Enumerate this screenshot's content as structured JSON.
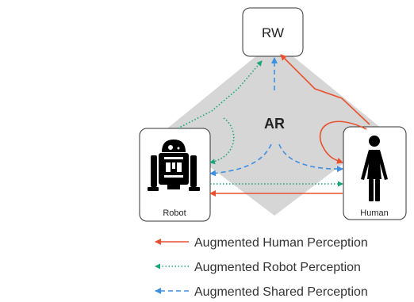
{
  "diagram": {
    "nodes": {
      "rw": {
        "label": "RW"
      },
      "ar": {
        "label": "AR"
      },
      "robot": {
        "label": "Robot",
        "icon": "robot-icon"
      },
      "human": {
        "label": "Human",
        "icon": "person-icon"
      }
    },
    "colors": {
      "human_perception": "#e8512f",
      "robot_perception": "#1aa57a",
      "shared_perception": "#3f8fe0",
      "ar_region": "#d6d6d6"
    },
    "legend": [
      {
        "label": "Augmented Human Perception",
        "style": "solid",
        "color": "#e8512f"
      },
      {
        "label": "Augmented Robot Perception",
        "style": "dotted",
        "color": "#1aa57a"
      },
      {
        "label": "Augmented Shared Perception",
        "style": "dashed",
        "color": "#3f8fe0"
      }
    ]
  }
}
